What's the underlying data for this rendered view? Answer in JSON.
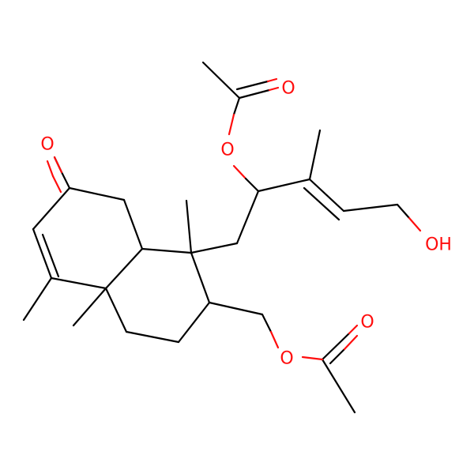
{
  "molecule": {
    "atom_labels": [
      {
        "id": "o-ketone",
        "text": "O",
        "color": "#ff0d0d"
      },
      {
        "id": "o-ester1-carbonyl",
        "text": "O",
        "color": "#ff0d0d"
      },
      {
        "id": "o-ester1-ether",
        "text": "O",
        "color": "#ff0d0d"
      },
      {
        "id": "o-hydroxyl",
        "text": "OH",
        "color": "#ff0d0d"
      },
      {
        "id": "o-ester2-ether",
        "text": "O",
        "color": "#ff0d0d"
      },
      {
        "id": "o-ester2-carbonyl",
        "text": "O",
        "color": "#ff0d0d"
      }
    ],
    "colors": {
      "carbon_bond": "#000000",
      "oxygen": "#ff0d0d"
    }
  }
}
